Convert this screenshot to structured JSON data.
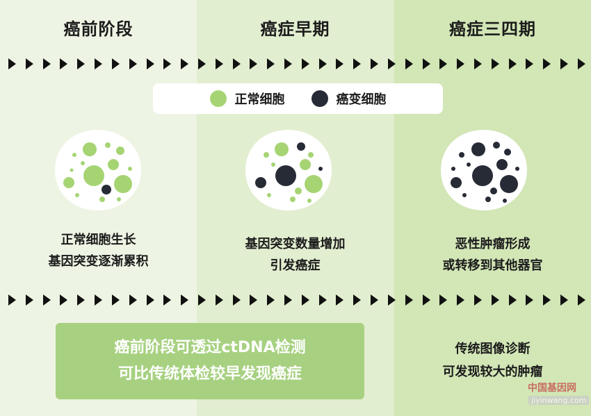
{
  "stages": [
    {
      "title": "癌前阶段",
      "caption": [
        "正常细胞生长",
        "基因突变逐渐累积"
      ]
    },
    {
      "title": "癌症早期",
      "caption": [
        "基因突变数量增加",
        "引发癌症"
      ]
    },
    {
      "title": "癌症三四期",
      "caption": [
        "恶性肿瘤形成",
        "或转移到其他器官"
      ]
    }
  ],
  "legend": {
    "normal": "正常细胞",
    "cancer": "癌变细胞"
  },
  "banner": [
    "癌前阶段可透过ctDNA检测",
    "可比传统体检较早发现癌症"
  ],
  "note": [
    "传统图像诊断",
    "可发现较大的肿瘤"
  ],
  "watermark": {
    "name": "中国基因网",
    "url": "jiyinwang.com"
  },
  "colors": {
    "normal_cell": "#a6d473",
    "cancer_cell": "#272b36",
    "banner": "#a7d181"
  }
}
